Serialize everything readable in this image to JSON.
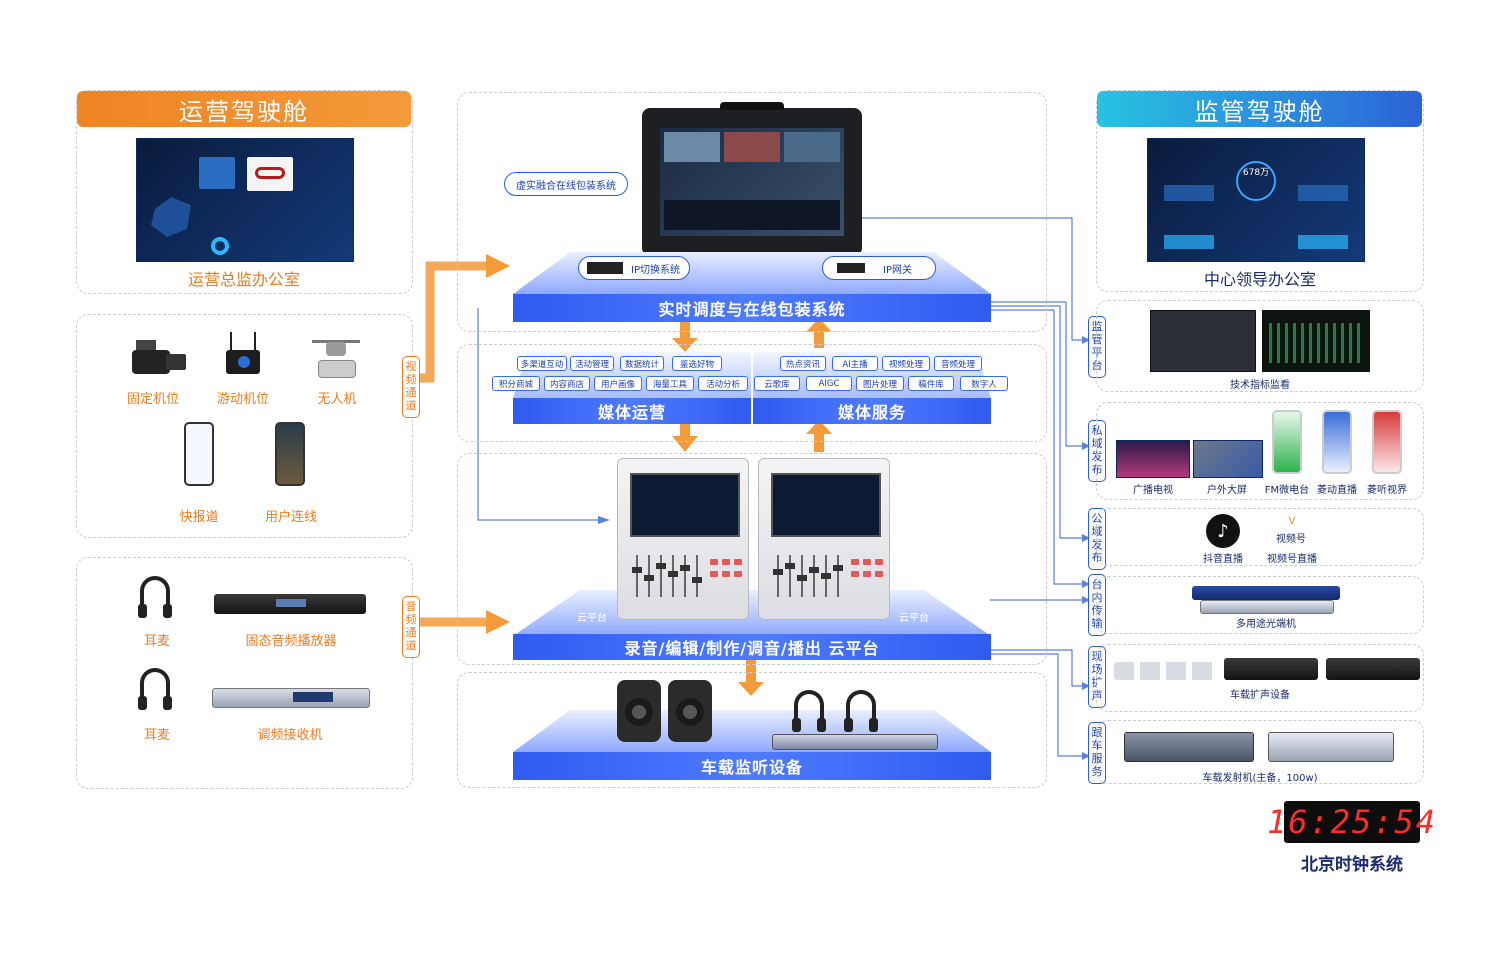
{
  "left": {
    "header": "运营驾驶舱",
    "office": "运营总监办公室",
    "cameras": {
      "fixed": "固定机位",
      "mobile": "游动机位",
      "drone": "无人机",
      "quick": "快报道",
      "user": "用户连线"
    },
    "audio": {
      "headset1": "耳麦",
      "player": "固态音频播放器",
      "headset2": "耳麦",
      "fm": "调频接收机"
    },
    "video_channel": "视频通道",
    "audio_channel": "音频通道"
  },
  "center": {
    "virtual_label": "虚实融合在线包装系统",
    "ip_switch": "IP切换系统",
    "ip_gateway": "IP网关",
    "realtime": "实时调度与在线包装系统",
    "media_ops": {
      "title": "媒体运营",
      "chips": [
        "多渠道互动",
        "活动管理",
        "数据统计",
        "鉴选好物",
        "积分商城",
        "内容商店",
        "用户画像",
        "海量工具",
        "活动分析"
      ]
    },
    "media_service": {
      "title": "媒体服务",
      "chips": [
        "热点资讯",
        "AI主播",
        "视频处理",
        "音频处理",
        "云歌库",
        "AIGC",
        "图片处理",
        "稿件库",
        "数字人"
      ]
    },
    "cloud_left": "云平台",
    "cloud_right": "云平台",
    "recording": "录音/编辑/制作/调音/播出 云平台",
    "monitor": "车载监听设备"
  },
  "right": {
    "header": "监管驾驶舱",
    "screen_value": "678万",
    "office": "中心领导办公室",
    "tech": "技术指标监看",
    "supervise_platform": "监管平台",
    "private_publish": "私域发布",
    "private_items": [
      "广播电视",
      "户外大屏",
      "FM微电台",
      "菱动直播",
      "菱听视界"
    ],
    "public_publish": "公域发布",
    "public_items": [
      "抖音直播",
      "视频号直播"
    ],
    "channels_label": "视频号",
    "internal": "台内传输",
    "optical": "多用途光端机",
    "onsite": "现场扩声",
    "pa": "车载扩声设备",
    "follow": "跟车服务",
    "transmitter": "车载发射机(主备，100w)",
    "clock_time": "16:25:54",
    "clock_label": "北京时钟系统"
  },
  "colors": {
    "orange": "#ec7d1f",
    "blue": "#2d5be3",
    "navy": "#1a2b6b"
  }
}
